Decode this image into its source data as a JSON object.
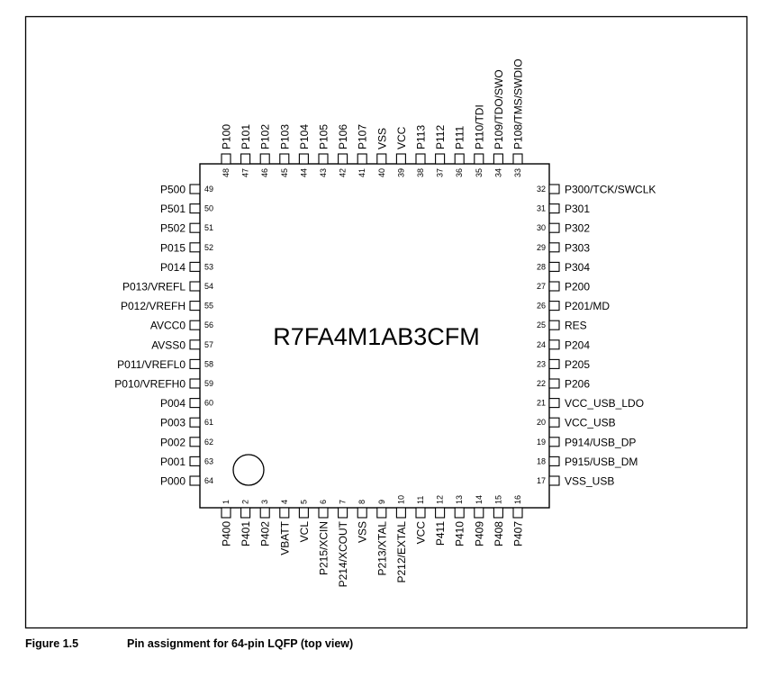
{
  "chip": {
    "part_number": "R7FA4M1AB3CFM"
  },
  "caption": {
    "number": "Figure 1.5",
    "text": "Pin assignment for 64-pin LQFP (top view)"
  },
  "pins": {
    "bottom": [
      {
        "num": "1",
        "name": "P400"
      },
      {
        "num": "2",
        "name": "P401"
      },
      {
        "num": "3",
        "name": "P402"
      },
      {
        "num": "4",
        "name": "VBATT"
      },
      {
        "num": "5",
        "name": "VCL"
      },
      {
        "num": "6",
        "name": "P215/XCIN"
      },
      {
        "num": "7",
        "name": "P214/XCOUT"
      },
      {
        "num": "8",
        "name": "VSS"
      },
      {
        "num": "9",
        "name": "P213/XTAL"
      },
      {
        "num": "10",
        "name": "P212/EXTAL"
      },
      {
        "num": "11",
        "name": "VCC"
      },
      {
        "num": "12",
        "name": "P411"
      },
      {
        "num": "13",
        "name": "P410"
      },
      {
        "num": "14",
        "name": "P409"
      },
      {
        "num": "15",
        "name": "P408"
      },
      {
        "num": "16",
        "name": "P407"
      }
    ],
    "right": [
      {
        "num": "17",
        "name": "VSS_USB"
      },
      {
        "num": "18",
        "name": "P915/USB_DM"
      },
      {
        "num": "19",
        "name": "P914/USB_DP"
      },
      {
        "num": "20",
        "name": "VCC_USB"
      },
      {
        "num": "21",
        "name": "VCC_USB_LDO"
      },
      {
        "num": "22",
        "name": "P206"
      },
      {
        "num": "23",
        "name": "P205"
      },
      {
        "num": "24",
        "name": "P204"
      },
      {
        "num": "25",
        "name": "RES"
      },
      {
        "num": "26",
        "name": "P201/MD"
      },
      {
        "num": "27",
        "name": "P200"
      },
      {
        "num": "28",
        "name": "P304"
      },
      {
        "num": "29",
        "name": "P303"
      },
      {
        "num": "30",
        "name": "P302"
      },
      {
        "num": "31",
        "name": "P301"
      },
      {
        "num": "32",
        "name": "P300/TCK/SWCLK"
      }
    ],
    "top": [
      {
        "num": "33",
        "name": "P108/TMS/SWDIO"
      },
      {
        "num": "34",
        "name": "P109/TDO/SWO"
      },
      {
        "num": "35",
        "name": "P110/TDI"
      },
      {
        "num": "36",
        "name": "P111"
      },
      {
        "num": "37",
        "name": "P112"
      },
      {
        "num": "38",
        "name": "P113"
      },
      {
        "num": "39",
        "name": "VCC"
      },
      {
        "num": "40",
        "name": "VSS"
      },
      {
        "num": "41",
        "name": "P107"
      },
      {
        "num": "42",
        "name": "P106"
      },
      {
        "num": "43",
        "name": "P105"
      },
      {
        "num": "44",
        "name": "P104"
      },
      {
        "num": "45",
        "name": "P103"
      },
      {
        "num": "46",
        "name": "P102"
      },
      {
        "num": "47",
        "name": "P101"
      },
      {
        "num": "48",
        "name": "P100"
      }
    ],
    "left": [
      {
        "num": "49",
        "name": "P500"
      },
      {
        "num": "50",
        "name": "P501"
      },
      {
        "num": "51",
        "name": "P502"
      },
      {
        "num": "52",
        "name": "P015"
      },
      {
        "num": "53",
        "name": "P014"
      },
      {
        "num": "54",
        "name": "P013/VREFL"
      },
      {
        "num": "55",
        "name": "P012/VREFH"
      },
      {
        "num": "56",
        "name": "AVCC0"
      },
      {
        "num": "57",
        "name": "AVSS0"
      },
      {
        "num": "58",
        "name": "P011/VREFL0"
      },
      {
        "num": "59",
        "name": "P010/VREFH0"
      },
      {
        "num": "60",
        "name": "P004"
      },
      {
        "num": "61",
        "name": "P003"
      },
      {
        "num": "62",
        "name": "P002"
      },
      {
        "num": "63",
        "name": "P001"
      },
      {
        "num": "64",
        "name": "P000"
      }
    ]
  }
}
